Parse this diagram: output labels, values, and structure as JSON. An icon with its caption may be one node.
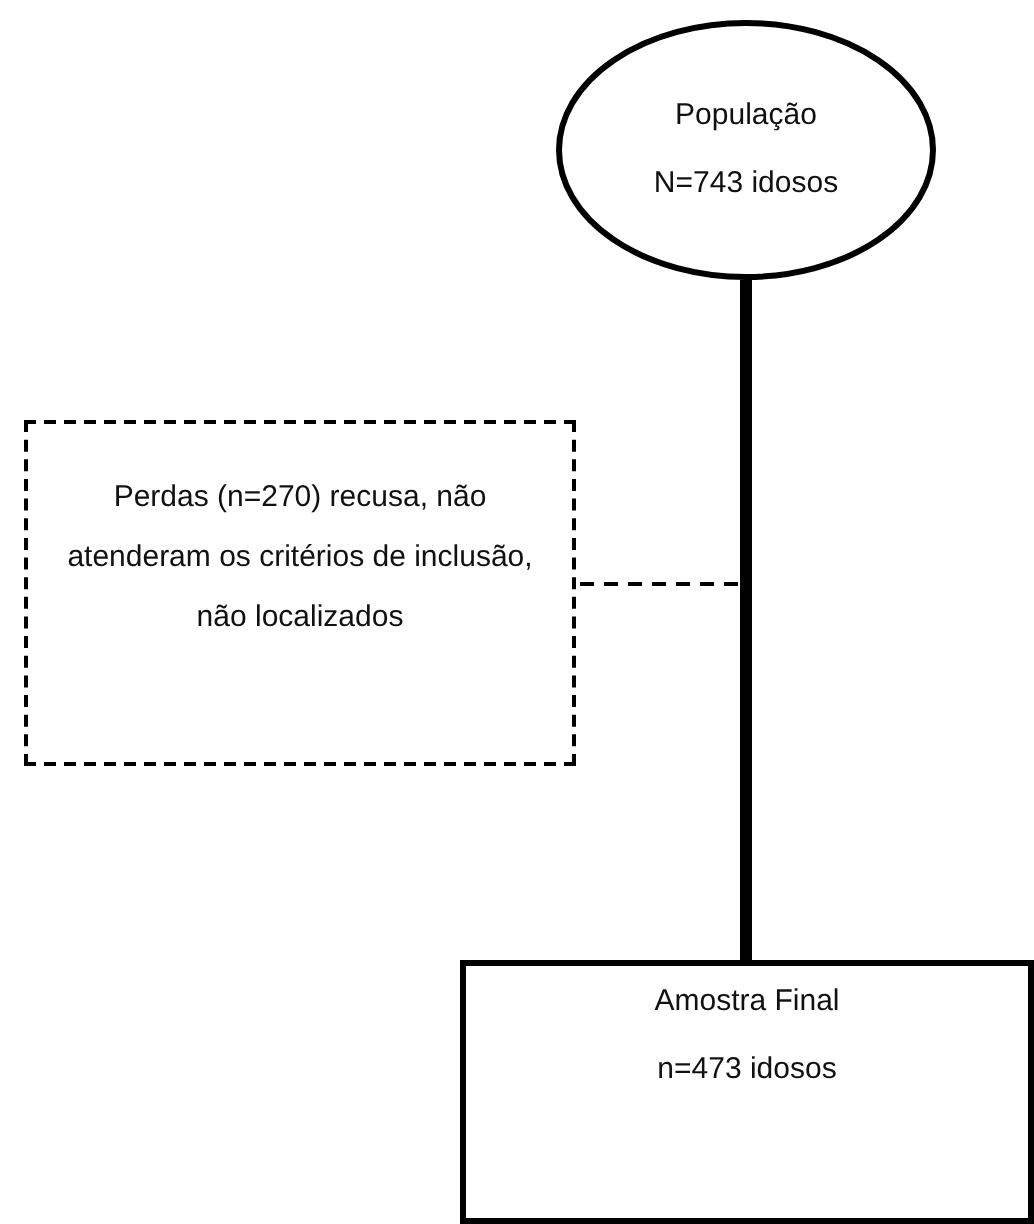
{
  "diagram": {
    "nodes": [
      {
        "text": [
          "População",
          "N=743 idosos"
        ]
      },
      {
        "text": [
          "Perdas (n=270) recusa, não atenderam os critérios de inclusão, não localizados"
        ]
      },
      {
        "text": [
          "Amostra Final",
          "n=473 idosos"
        ]
      }
    ],
    "edges": [
      {
        "from": 0,
        "to": 1,
        "arrow": "none",
        "style": "dashed"
      },
      {
        "from": 0,
        "to": 2,
        "arrow": "none",
        "style": "thick"
      }
    ]
  }
}
